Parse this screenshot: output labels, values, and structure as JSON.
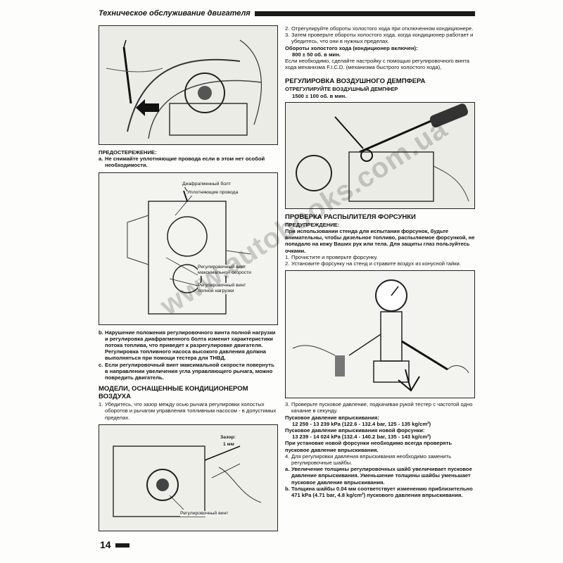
{
  "header": {
    "title": "Техническое обслуживание двигателя"
  },
  "page_number": "14",
  "watermark": "www.autobooks.com.ua",
  "left": {
    "caution_title": "ПРЕДОСТЕРЕЖЕНИЕ:",
    "caution_a": "Не снимайте уплотняющие провода если в этом нет особой необходимости.",
    "fig2_labels": {
      "l1": "Диафрагменный болт",
      "l2": "Уплотняющие провода",
      "l3": "Регулировочный винт максимальной скорости",
      "l4": "Регулировочный винт полной нагрузки"
    },
    "note_b": "Нарушение положения регулировочного винта полной нагрузки и регулировка диафрагменного болта изменит характеристики потока топлива, что приведет к разрегулировке двигателя. Регулировка топливного насоса высокого давления должна выполняться при помощи тестера для ТНВД.",
    "note_c": "Если регулировочный винт максимальной скорости повернуть в направлении увеличения угла управляющего рычага, можно повредить двигатель.",
    "section_ac": "МОДЕЛИ, ОСНАЩЕННЫЕ КОНДИЦИОНЕРОМ ВОЗДУХА",
    "ac_step1": "Убедитесь, что зазор между осью рычага регулировки холостых оборотов и рычагом управления топливным насосом - в допустимых пределах.",
    "fig3_labels": {
      "gap": "Зазор:",
      "gap_val": "1 мм",
      "screw": "Регулировочный винт"
    }
  },
  "right": {
    "step2": "Отрегулируйте обороты холостого хода при отключенном кондиционере.",
    "step3": "Затем проверьте обороты холостого хода, когда кондиционер работает и убедитесь, что они в нужных пределах.",
    "idle_title": "Обороты холостого хода (кондиционер включен):",
    "idle_value": "800 ± 50 об. в мин.",
    "fcid_note": "Если необходимо, сделайте настройку с помощью регулировочного винта хода механизма F.I.C.D. (механизма быстрого холостого хода),",
    "section_damper": "РЕГУЛИРОВКА ВОЗДУШНОГО ДЕМПФЕРА",
    "damper_sub": "ОТРЕГУЛИРУЙТЕ ВОЗДУШНЫЙ ДЕМПФЕР",
    "damper_value": "1500 ± 100 об. в мин.",
    "section_nozzle": "ПРОВЕРКА РАСПЫЛИТЕЛЯ ФОРСУНКИ",
    "nozzle_caution_title": "ПРЕДУПРЕЖДЕНИЕ:",
    "nozzle_caution": "При использовании стенда для испытания форсунок, будьте внимательны, чтобы дизельное топливо, распыляемое форсункой, не попадало на кожу Ваших рук или тела. Для защиты глаз пользуйтесь очками.",
    "n_step1": "Прочистите и проверьте форсунку.",
    "n_step2": "Установите форсунку на стенд и стравите воздух из конусной гайки.",
    "n_step3": "Проверьте пусковое давление, подкачивая рукой тестер с частотой одно качание в секунду.",
    "pressure_title": "Пусковое давление впрыскивания:",
    "pressure_value": "12 259 - 13 239 kPa (122.6 - 132.4 bar, 125 - 135 kg/cm²)",
    "pressure_new_title": "Пусковое давление впрыскивания новой форсунки:",
    "pressure_new_value": "13 239 - 14 024 kPa (132.4 - 140.2 bar, 135 - 143 kg/cm²)",
    "pressure_note": "При установке новой форсунки необходимо всегда проверять пусковое давление впрыскивания.",
    "n_step4": "Для регулировки давления впрыскивания необходимо заменить регулировочные шайбы.",
    "n_a": "Увеличение толщины регулировочных шайб увеличивает пусковое давление впрыскивания. Уменьшение толщины шайбы уменьшает пусковое давление впрыскивания.",
    "n_b": "Толщина шайбы 0.04 мм соответствует изменению приблизительно 471 kPa (4.71 bar, 4.8 kg/cm²) пускового давления впрыскивания."
  },
  "markers": {
    "n2": "2.",
    "n3": "3.",
    "n4": "4.",
    "n1": "1.",
    "a": "a.",
    "b": "b.",
    "c": "c."
  }
}
